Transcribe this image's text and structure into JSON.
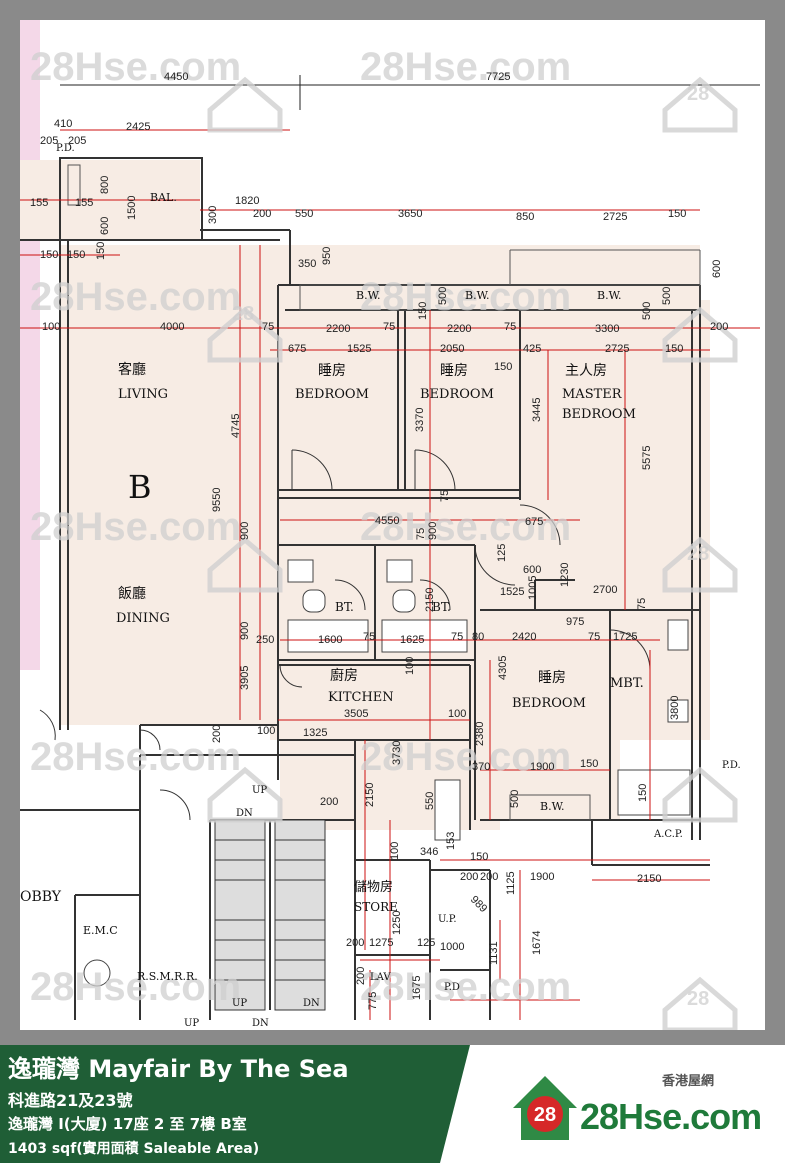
{
  "plan": {
    "unit_label": "B",
    "rooms": {
      "living_cn": "客廳",
      "living_en": "LIVING",
      "dining_cn": "飯廳",
      "dining_en": "DINING",
      "bed1_cn": "睡房",
      "bed1_en": "BEDROOM",
      "bed2_cn": "睡房",
      "bed2_en": "BEDROOM",
      "master_cn": "主人房",
      "master_en1": "MASTER",
      "master_en2": "BEDROOM",
      "bed3_cn": "睡房",
      "bed3_en": "BEDROOM",
      "kitchen_cn": "廚房",
      "kitchen_en": "KITCHEN",
      "store_cn": "儲物房",
      "store_en": "STORE",
      "bt1": "BT.",
      "bt2": "BT.",
      "mbt": "MBT.",
      "bal": "BAL.",
      "bw1": "B.W.",
      "bw2": "B.W.",
      "bw3": "B.W.",
      "bw4": "B.W.",
      "lobby": "OBBY",
      "emc": "E.M.C",
      "rsmrr": "R.S.M.R.R.",
      "up1": "UP",
      "up2": "UP",
      "up3": "U.P.",
      "up4": "UP",
      "dn1": "DN",
      "dn2": "DN",
      "dn3": "DN",
      "pd1": "P.D.",
      "pd2": "P.D.",
      "acp": "A.C.P.",
      "ip": "P.D",
      "lav": "LAV"
    },
    "dims": {
      "d4450": "4450",
      "d7725": "7725",
      "d410": "410",
      "d205a": "205",
      "d205b": "205",
      "d2425": "2425",
      "d155a": "155",
      "d155b": "155",
      "d800": "800",
      "d1500": "1500",
      "d600a": "600",
      "d150a": "150",
      "d150b": "150",
      "d150c": "150",
      "d1820": "1820",
      "d300": "300",
      "d200a": "200",
      "d550": "550",
      "d3650": "3650",
      "d850": "850",
      "d2725a": "2725",
      "d150d": "150",
      "d600b": "600",
      "d950": "950",
      "d350": "350",
      "d500a": "500",
      "d500b": "500",
      "d150e": "150",
      "d500c": "500",
      "d100a": "100",
      "d4000": "4000",
      "d75a": "75",
      "d2200a": "2200",
      "d75b": "75",
      "d2200b": "2200",
      "d75c": "75",
      "d3300": "3300",
      "d200b": "200",
      "d675a": "675",
      "d1525a": "1525",
      "d2050": "2050",
      "d425": "425",
      "d2725b": "2725",
      "d150f": "150",
      "d150g": "150",
      "d3370": "3370",
      "d3445": "3445",
      "d4745": "4745",
      "d5575": "5575",
      "d9550": "9550",
      "d4550": "4550",
      "d900a": "900",
      "d75d": "75",
      "d900b": "900",
      "d75e": "75",
      "d675b": "675",
      "d125": "125",
      "d600c": "600",
      "d1230": "1230",
      "d1005": "1005",
      "d1525b": "1525",
      "d2700": "2700",
      "d975": "975",
      "d75f": "75",
      "d900c": "900",
      "d250": "250",
      "d1600": "1600",
      "d75g": "75",
      "d1625": "1625",
      "d75h": "75",
      "d80": "80",
      "d2420": "2420",
      "d75i": "75",
      "d1725": "1725",
      "d2150a": "2150",
      "d3905": "3905",
      "d4305": "4305",
      "d3800": "3800",
      "d100b": "100",
      "d3505": "3505",
      "d100c": "100",
      "d200c": "200",
      "d100d": "100",
      "d1325": "1325",
      "d2380": "2380",
      "d3730": "3730",
      "d370": "370",
      "d1900a": "1900",
      "d150h": "150",
      "d150i": "150",
      "d200d": "200",
      "d2150b": "2150",
      "d500d": "500",
      "d550b": "550",
      "d100e": "100",
      "d346": "346",
      "d153": "153",
      "d150j": "150",
      "d200e": "200",
      "d200f": "200",
      "d1900b": "1900",
      "d2150c": "2150",
      "d1125": "1125",
      "d989": "989",
      "d1250": "1250",
      "d200g": "200",
      "d1275": "1275",
      "d125b": "125",
      "d1000": "1000",
      "d1131": "1131",
      "d1674": "1674",
      "d775": "775",
      "d200h": "200",
      "d1675": "1675"
    },
    "watermark": "28Hse.com",
    "watermark_badge": "28"
  },
  "footer": {
    "title": "逸瓏灣 Mayfair By The Sea",
    "address": "科進路21及23號",
    "unit": "逸瓏灣 I(大廈) 17座 2 至 7樓 B室",
    "area": "1403 sqf(實用面積 Saleable Area)",
    "brand_cn": "香港屋網",
    "brand": "28Hse.com",
    "logo_badge": "28"
  },
  "colors": {
    "floor": "#f7ece4",
    "dim_line": "#cc1111",
    "wall": "#333333",
    "footer_green": "#1f5e36",
    "brand_green": "#1f7a3a",
    "lobby_pink": "#f4d8e8"
  }
}
